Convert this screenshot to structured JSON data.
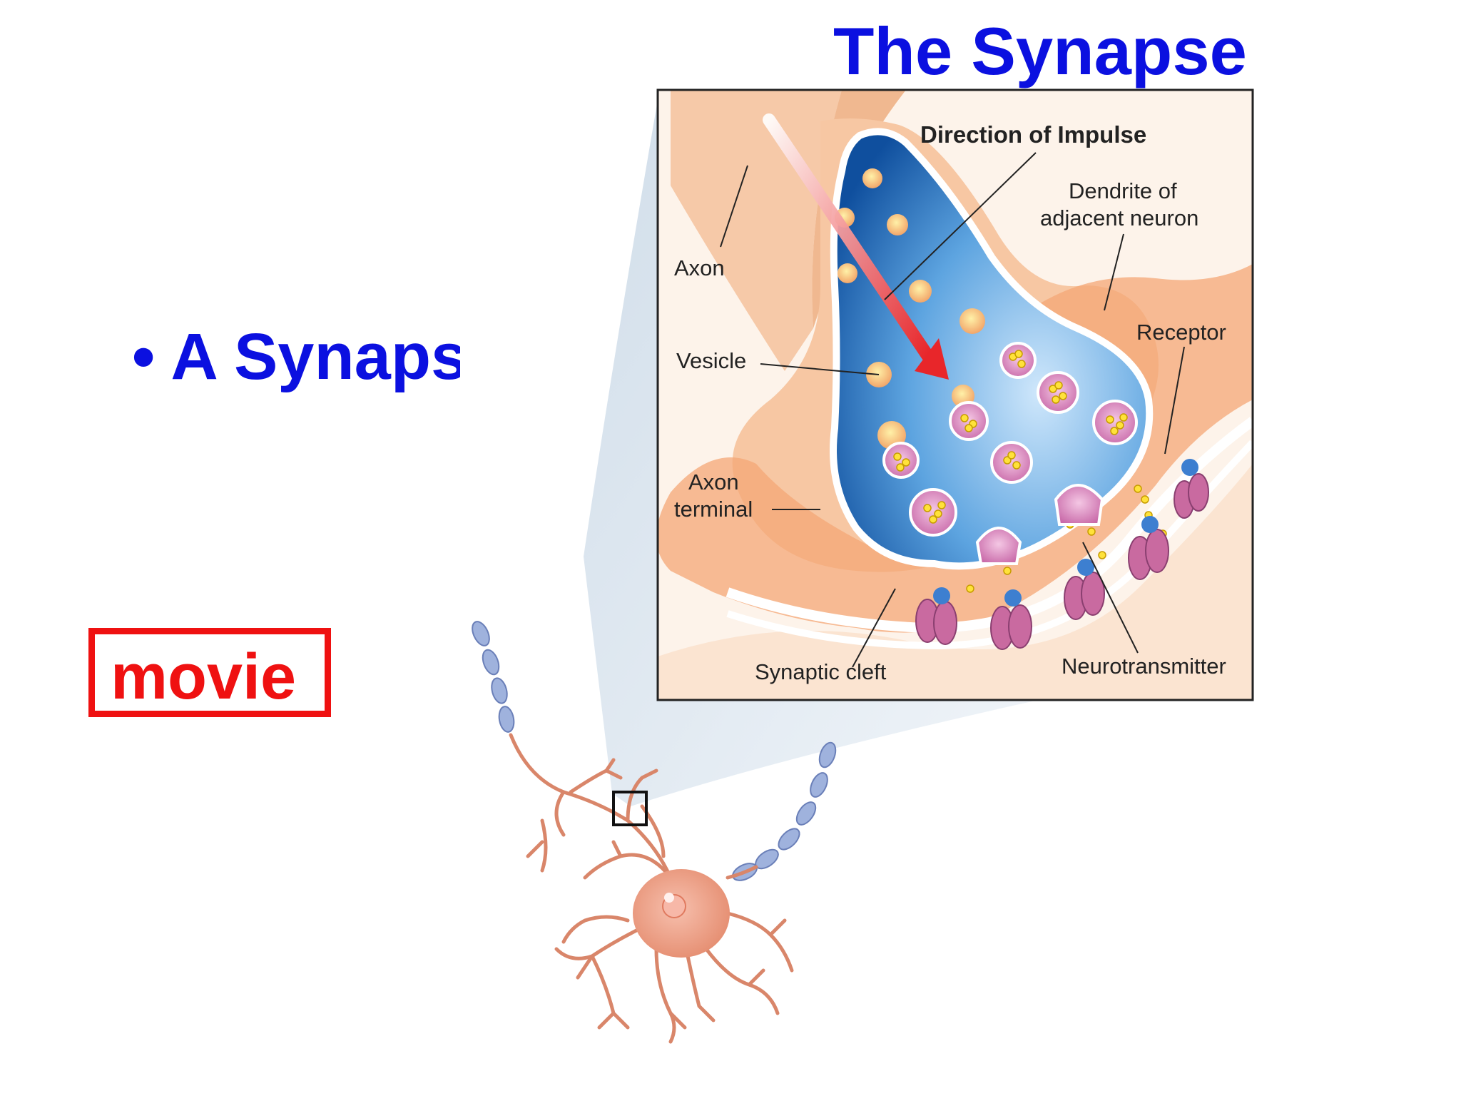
{
  "slide": {
    "title": "The Synapse",
    "bullet": "• A Synapse",
    "movie_label": "movie"
  },
  "diagram": {
    "labels": {
      "direction": "Direction of Impulse",
      "dendrite_line1": "Dendrite of",
      "dendrite_line2": "adjacent neuron",
      "axon": "Axon",
      "receptor": "Receptor",
      "vesicle": "Vesicle",
      "axon_terminal_line1": "Axon",
      "axon_terminal_line2": "terminal",
      "synaptic_cleft": "Synaptic cleft",
      "neurotransmitter": "Neurotransmitter"
    }
  },
  "colors": {
    "title": "#0b10e0",
    "movie": "#ef1111",
    "neuron": "#e89a7c",
    "terminal": "#1f6fb8",
    "impulse_arrow": "#e8262a"
  }
}
